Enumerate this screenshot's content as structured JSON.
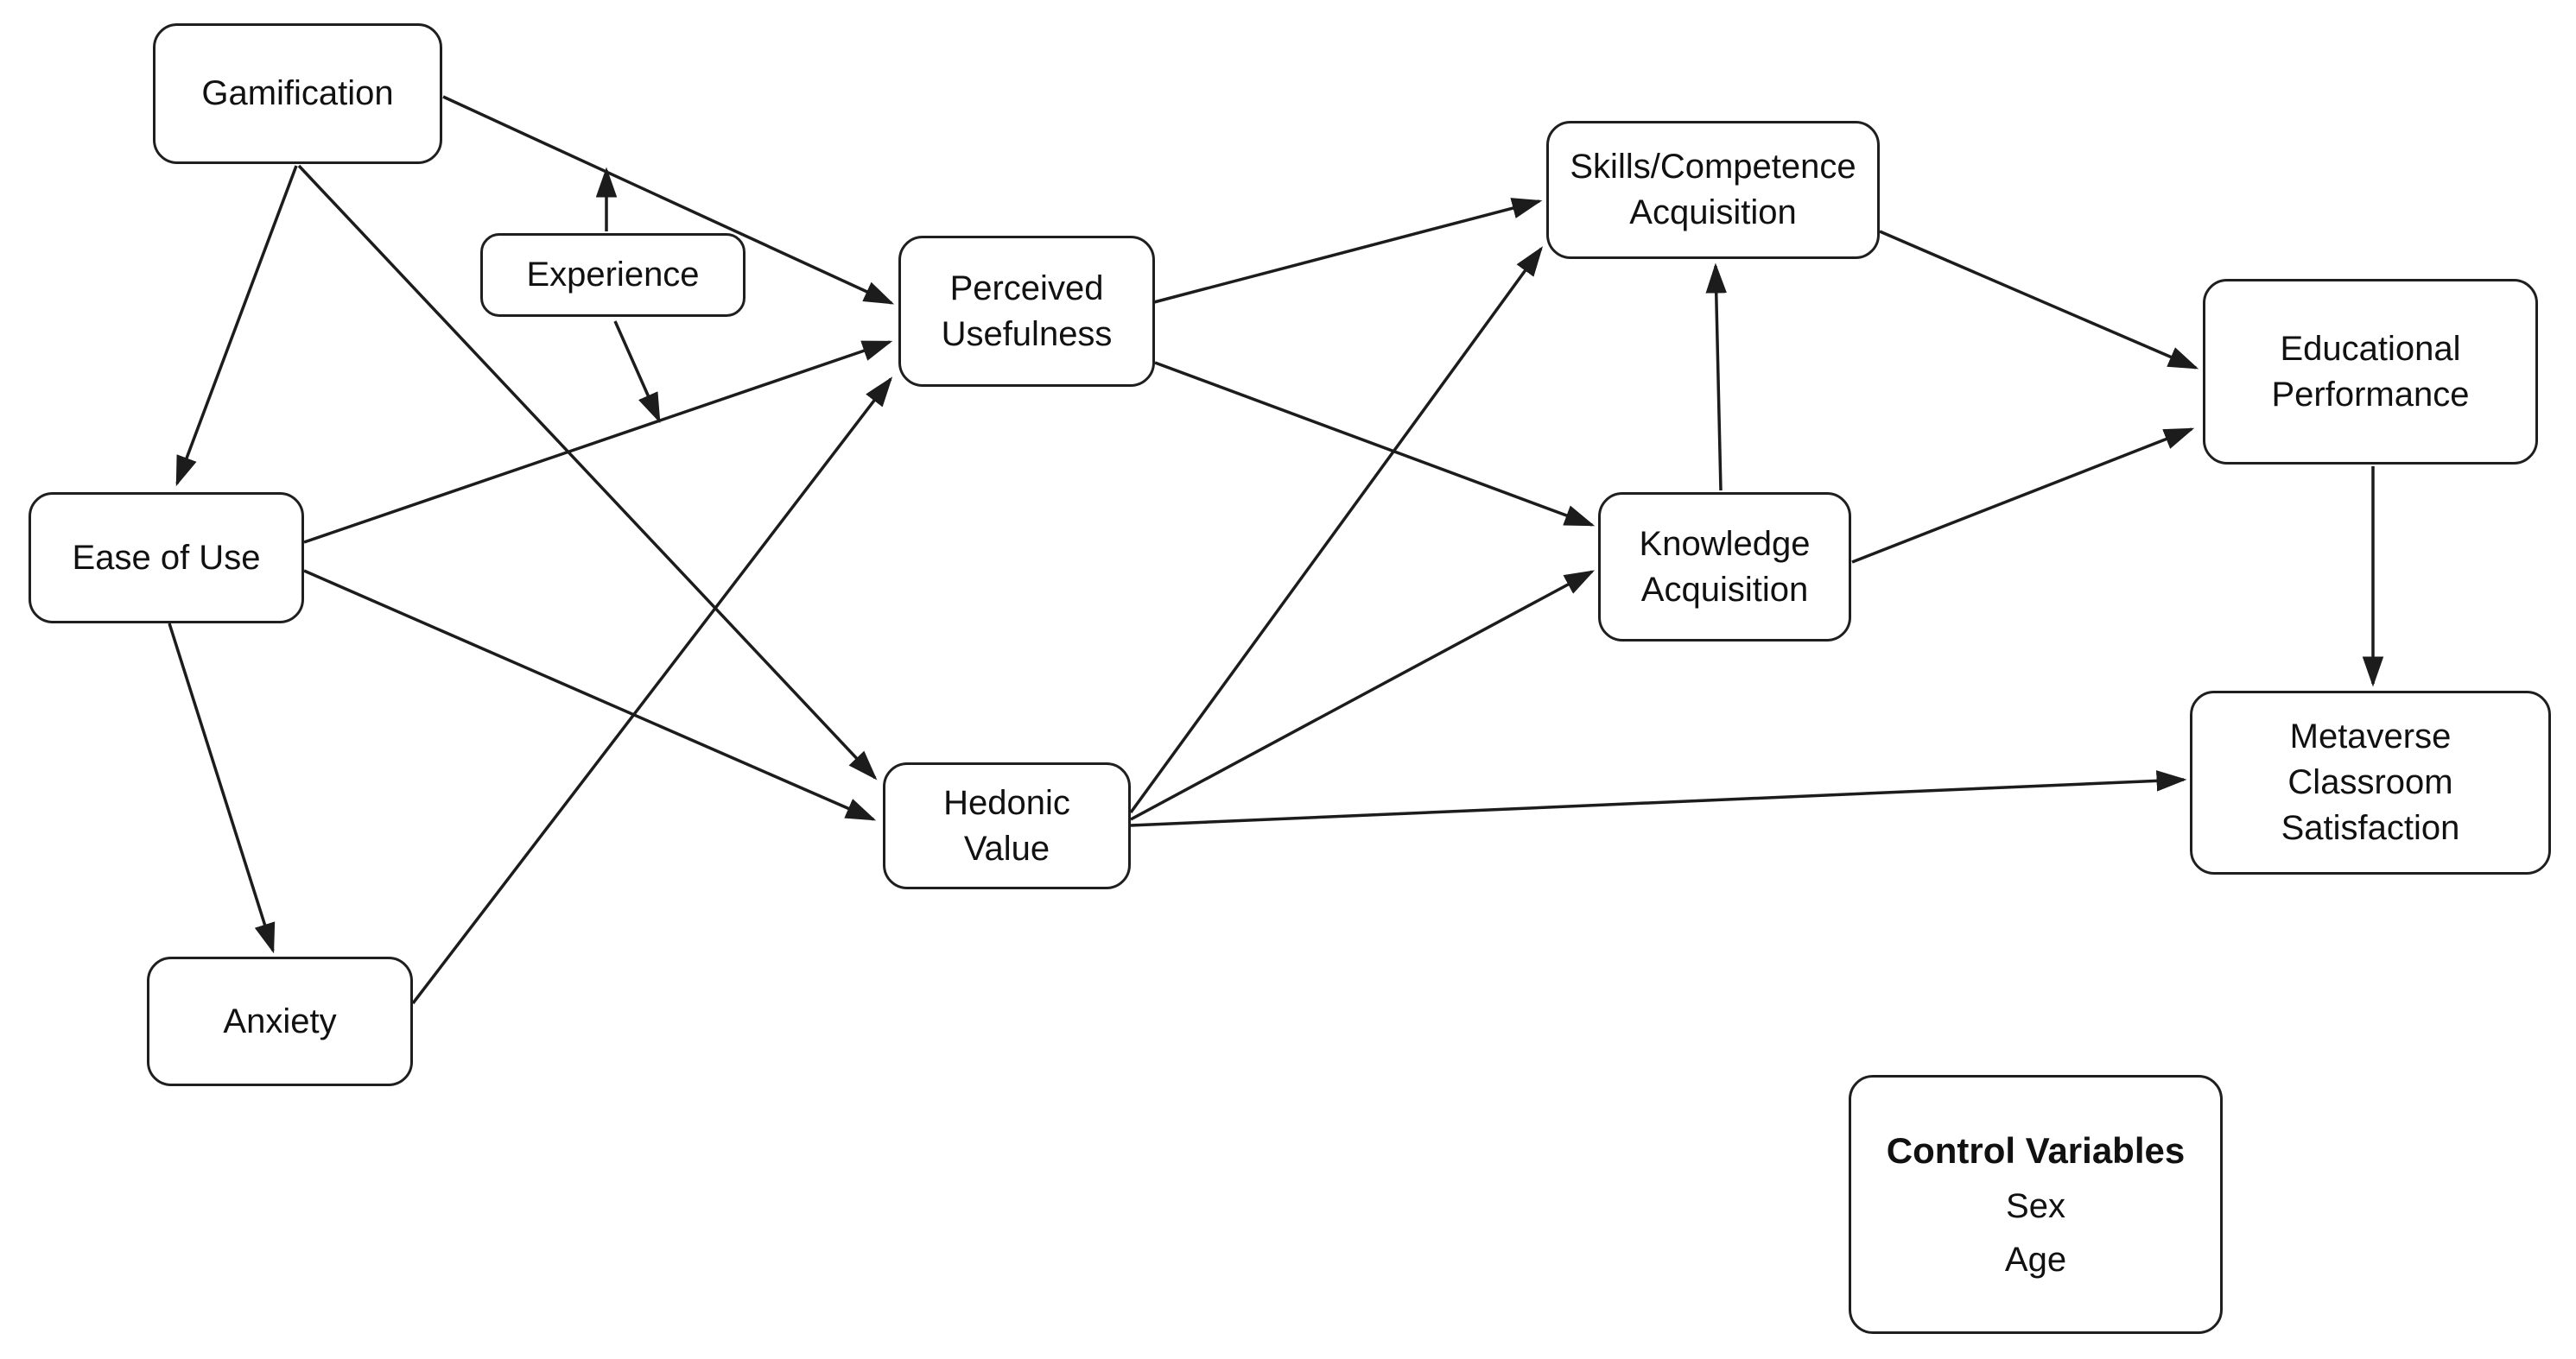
{
  "diagram_type": "path-model",
  "colors": {
    "background": "#ffffff",
    "stroke": "#1c1c1c",
    "text": "#111111"
  },
  "nodes": {
    "gamification": {
      "label": "Gamification",
      "lines": [
        "Gamification"
      ]
    },
    "experience": {
      "label": "Experience",
      "lines": [
        "Experience"
      ]
    },
    "ease_of_use": {
      "label": "Ease of Use",
      "lines": [
        "Ease of Use"
      ]
    },
    "anxiety": {
      "label": "Anxiety",
      "lines": [
        "Anxiety"
      ]
    },
    "perceived_usefulness": {
      "label": "Perceived Usefulness",
      "lines": [
        "Perceived",
        "Usefulness"
      ]
    },
    "hedonic_value": {
      "label": "Hedonic Value",
      "lines": [
        "Hedonic",
        "Value"
      ]
    },
    "skills_competence": {
      "label": "Skills/Competence Acquisition",
      "lines": [
        "Skills/Competence",
        "Acquisition"
      ]
    },
    "knowledge_acquisition": {
      "label": "Knowledge Acquisition",
      "lines": [
        "Knowledge",
        "Acquisition"
      ]
    },
    "educational_performance": {
      "label": "Educational Performance",
      "lines": [
        "Educational",
        "Performance"
      ]
    },
    "metaverse_satisfaction": {
      "label": "Metaverse Classroom Satisfaction",
      "lines": [
        "Metaverse",
        "Classroom",
        "Satisfaction"
      ]
    },
    "control_variables": {
      "title": "Control Variables",
      "items": [
        "Sex",
        "Age"
      ]
    }
  },
  "edges": [
    {
      "from": "gamification",
      "to": "ease_of_use",
      "kind": "direct"
    },
    {
      "from": "gamification",
      "to": "perceived_usefulness",
      "kind": "direct"
    },
    {
      "from": "gamification",
      "to": "hedonic_value",
      "kind": "direct"
    },
    {
      "from": "ease_of_use",
      "to": "perceived_usefulness",
      "kind": "direct"
    },
    {
      "from": "ease_of_use",
      "to": "hedonic_value",
      "kind": "direct"
    },
    {
      "from": "ease_of_use",
      "to": "anxiety",
      "kind": "direct"
    },
    {
      "from": "anxiety",
      "to": "perceived_usefulness",
      "kind": "direct"
    },
    {
      "from": "perceived_usefulness",
      "to": "skills_competence",
      "kind": "direct"
    },
    {
      "from": "perceived_usefulness",
      "to": "knowledge_acquisition",
      "kind": "direct"
    },
    {
      "from": "hedonic_value",
      "to": "skills_competence",
      "kind": "direct"
    },
    {
      "from": "hedonic_value",
      "to": "knowledge_acquisition",
      "kind": "direct"
    },
    {
      "from": "hedonic_value",
      "to": "metaverse_satisfaction",
      "kind": "direct"
    },
    {
      "from": "knowledge_acquisition",
      "to": "skills_competence",
      "kind": "direct"
    },
    {
      "from": "skills_competence",
      "to": "educational_performance",
      "kind": "direct"
    },
    {
      "from": "knowledge_acquisition",
      "to": "educational_performance",
      "kind": "direct"
    },
    {
      "from": "educational_performance",
      "to": "metaverse_satisfaction",
      "kind": "direct"
    },
    {
      "from": "experience",
      "to": "path:gamification->perceived_usefulness",
      "kind": "moderation"
    },
    {
      "from": "experience",
      "to": "path:ease_of_use->perceived_usefulness",
      "kind": "moderation"
    }
  ]
}
